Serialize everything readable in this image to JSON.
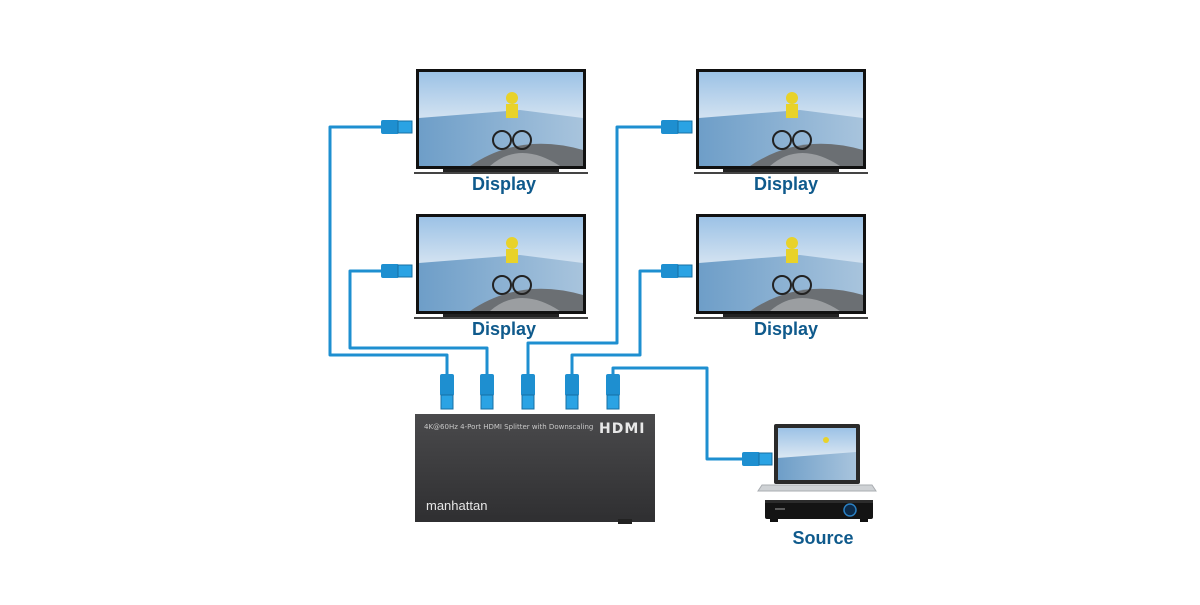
{
  "displays": [
    {
      "label": "Display"
    },
    {
      "label": "Display"
    },
    {
      "label": "Display"
    },
    {
      "label": "Display"
    }
  ],
  "source": {
    "label": "Source"
  },
  "splitter": {
    "model_text": "4K@60Hz 4-Port HDMI Splitter with Downscaling",
    "hdmi_logo": "HDMI",
    "brand": "manhattan"
  },
  "colors": {
    "cable": "#1e8fd0",
    "label": "#0f5a8c",
    "device": "#3b3b3d"
  },
  "icons": [
    "hdmi-plug-icon",
    "display-icon",
    "laptop-icon",
    "media-player-icon"
  ]
}
